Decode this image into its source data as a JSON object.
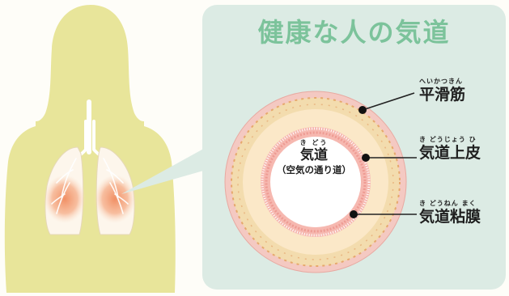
{
  "title": "健康な人の気道",
  "center": {
    "ruby": "き どう",
    "label": "気道",
    "sub": "（空気の通り道）"
  },
  "labels": [
    {
      "ruby": "へいかつきん",
      "text": "平滑筋"
    },
    {
      "ruby": "き どうじょう ひ",
      "text": "気道上皮"
    },
    {
      "ruby": "き どうねん まく",
      "text": "気道粘膜"
    }
  ],
  "colors": {
    "silhouette": "#e8e59a",
    "panel": "#dcebe4",
    "title": "#7cc39b",
    "outer_ring": "#f4c9c2",
    "muscle_ring": "#f3dcae",
    "epithelium": "#f6b8b0",
    "lumen": "#ffffff",
    "lung_fill": "#f3a27e"
  }
}
